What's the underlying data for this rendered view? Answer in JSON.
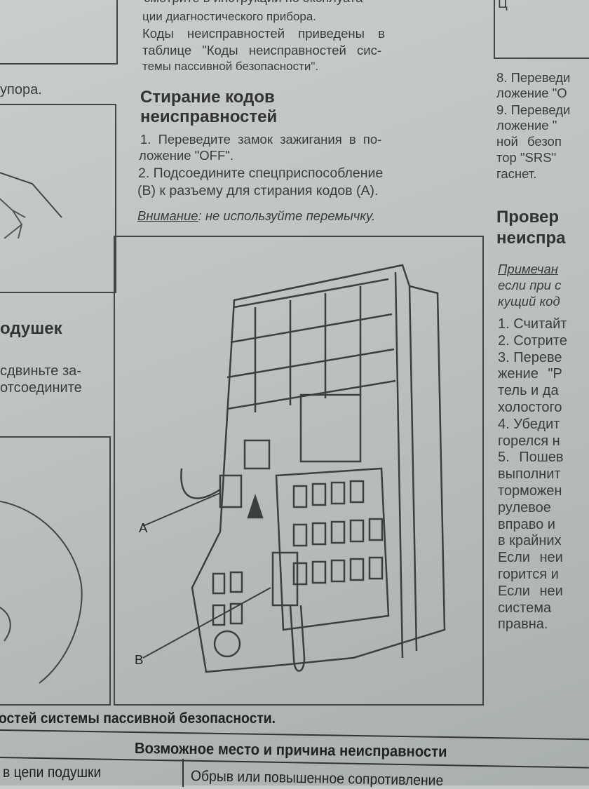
{
  "left_column": {
    "line_1": "упора.",
    "heading": "одушек",
    "line_2": "сдвиньте за-",
    "line_3": "отсоедините"
  },
  "center_column": {
    "intro": [
      "смотрите в инструкции по эксплуата-",
      "ции диагностического прибора.",
      "Коды неисправностей приведены в",
      "таблице \"Коды неисправностей сис-",
      "темы пассивной безопасности\"."
    ],
    "heading": [
      "Стирание кодов",
      "неисправностей"
    ],
    "steps": [
      "1. Переведите замок зажигания в по-",
      "ложение \"OFF\".",
      "2. Подсоедините спецприспособление",
      "(B) к разъему для стирания кодов (A)."
    ],
    "warning_label": "Внимание",
    "warning_text": ": не используйте перемычку.",
    "figure": {
      "label_a": "A",
      "label_b": "B"
    }
  },
  "right_column": {
    "top_box_text": "Ц",
    "lines_a": [
      "8. Переведи",
      "ложение \"О",
      "9. Переведи",
      "ложение \"",
      "ной безоп",
      "тор \"SRS\"",
      "гаснет."
    ],
    "heading": [
      "Провер",
      "неиспра"
    ],
    "note": [
      "Примечан",
      "если при с",
      "кущий код"
    ],
    "lines_b": [
      "1. Считайт",
      "2. Сотрите",
      "3. Переве",
      "жение \"Р",
      "тель и да",
      "холостого",
      "4. Убедит",
      "горелся н",
      "5. Пошев",
      "выполнит",
      "торможен",
      "рулевое",
      "вправо и",
      "в крайних",
      "Если неи",
      "горится и",
      "Если неи",
      "система",
      "правна."
    ]
  },
  "table": {
    "caption": "остей системы пассивной безопасности.",
    "header": "Возможное место и причина неисправности",
    "row_1": [
      "в цепи подушки",
      "Обрыв или повышенное сопротивление"
    ]
  }
}
